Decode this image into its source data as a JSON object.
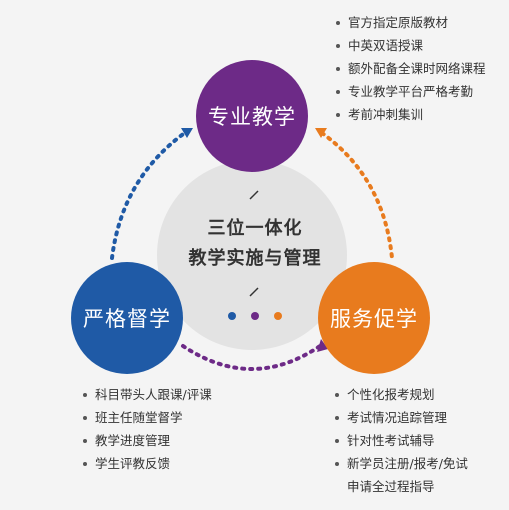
{
  "center": {
    "line1": "三位一体化",
    "line2": "教学实施与管理"
  },
  "circles": {
    "top": {
      "label": "专业教学",
      "color": "#6d2a87"
    },
    "left": {
      "label": "严格督学",
      "color": "#1f5aa6"
    },
    "right": {
      "label": "服务促学",
      "color": "#e87b1e"
    }
  },
  "lists": {
    "top": [
      "官方指定原版教材",
      "中英双语授课",
      "额外配备全课时网络课程",
      "专业教学平台严格考勤",
      "考前冲刺集训"
    ],
    "left": [
      "科目带头人跟课/评课",
      "班主任随堂督学",
      "教学进度管理",
      "学生评教反馈"
    ],
    "right": [
      "个性化报考规划",
      "考试情况追踪管理",
      "针对性考试辅导",
      "新学员注册/报考/免试"
    ],
    "right_continuation": "申请全过程指导"
  }
}
